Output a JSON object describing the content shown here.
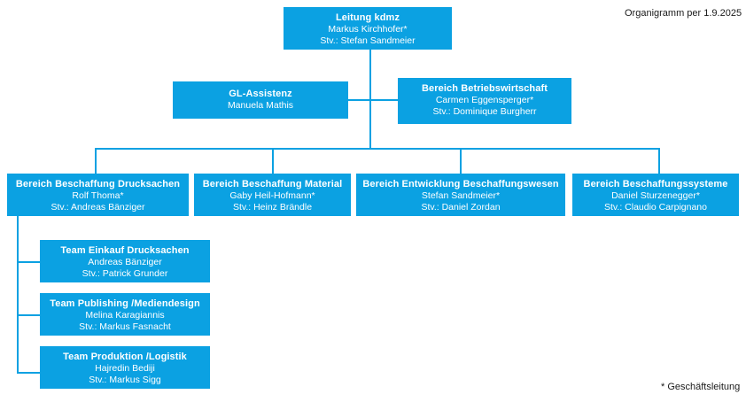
{
  "meta": {
    "header_note": "Organigramm per 1.9.2025",
    "footer_note": "* Geschäftsleitung",
    "accent_color": "#0BA1E2",
    "text_on_accent": "#ffffff",
    "background": "#ffffff"
  },
  "nodes": {
    "leitung": {
      "title": "Leitung kdmz",
      "person": "Markus Kirchhofer*",
      "deputy": "Stv.: Stefan Sandmeier"
    },
    "gl_assistenz": {
      "title": "GL-Assistenz",
      "person": "Manuela Mathis",
      "deputy": ""
    },
    "betriebswirtschaft": {
      "title": "Bereich Betriebswirtschaft",
      "person": "Carmen Eggensperger*",
      "deputy": "Stv.: Dominique Burgherr"
    },
    "beschaffung_drucksachen": {
      "title": "Bereich Beschaffung Drucksachen",
      "person": "Rolf Thoma*",
      "deputy": "Stv.: Andreas Bänziger"
    },
    "beschaffung_material": {
      "title": "Bereich Beschaffung Material",
      "person": "Gaby Heil-Hofmann*",
      "deputy": "Stv.: Heinz Brändle"
    },
    "entwicklung_beschaffungswesen": {
      "title": "Bereich Entwicklung Beschaffungswesen",
      "person": "Stefan Sandmeier*",
      "deputy": "Stv.: Daniel Zordan"
    },
    "beschaffungssysteme": {
      "title": "Bereich Beschaffungssysteme",
      "person": "Daniel Sturzenegger*",
      "deputy": "Stv.: Claudio Carpignano"
    },
    "team_einkauf_drucksachen": {
      "title": "Team Einkauf Drucksachen",
      "person": "Andreas Bänziger",
      "deputy": "Stv.: Patrick Grunder"
    },
    "team_publishing_mediendesign": {
      "title": "Team Publishing /Mediendesign",
      "person": "Melina Karagiannis",
      "deputy": "Stv.: Markus Fasnacht"
    },
    "team_produktion_logistik": {
      "title": "Team Produktion /Logistik",
      "person": "Hajredin Bediji",
      "deputy": "Stv.: Markus Sigg"
    }
  }
}
